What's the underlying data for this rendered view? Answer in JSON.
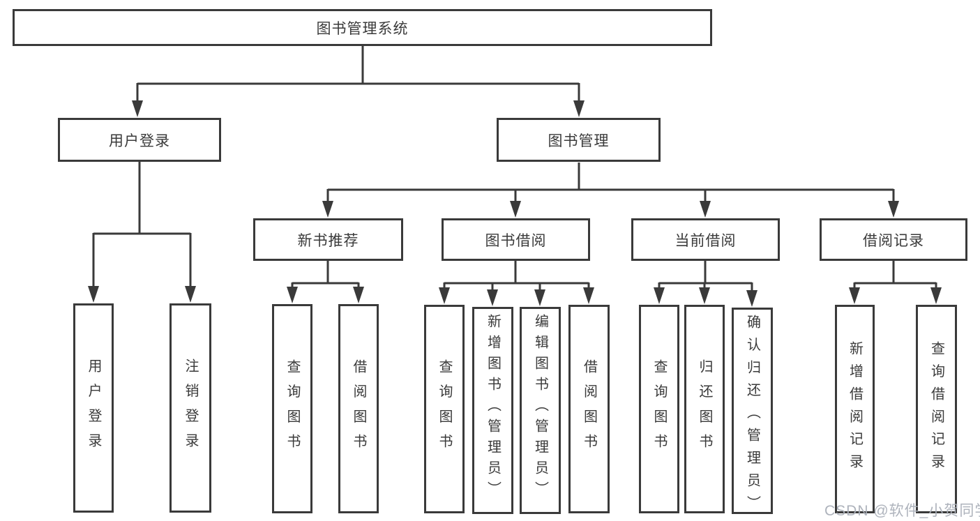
{
  "page": {
    "background": "#ffffff",
    "line_color": "#3a3a3a",
    "text_color": "#3a3a3a"
  },
  "diagram": {
    "root": "图书管理系统",
    "level2": {
      "user_login": "用户登录",
      "book_management": "图书管理"
    },
    "level3": {
      "new_book_recommend": "新书推荐",
      "book_borrow": "图书借阅",
      "current_borrow": "当前借阅",
      "borrow_records": "借阅记录"
    },
    "leaves": {
      "user_login": "用户登录",
      "logout": "注销登录",
      "nb_query_books": "查询图书",
      "nb_borrow_books": "借阅图书",
      "bb_query_books": "查询图书",
      "bb_add_books_admin": "新增图书（管理员）",
      "bb_edit_books_admin": "编辑图书（管理员）",
      "bb_borrow_books": "借阅图书",
      "cb_query_books": "查询图书",
      "cb_return_books": "归还图书",
      "cb_confirm_return_admin": "确认归还（管理员）",
      "br_add_record": "新增借阅记录",
      "br_query_record": "查询借阅记录"
    }
  },
  "watermark": {
    "text": "CSDN @软件_小贺同学",
    "color": "#aaafb8"
  }
}
